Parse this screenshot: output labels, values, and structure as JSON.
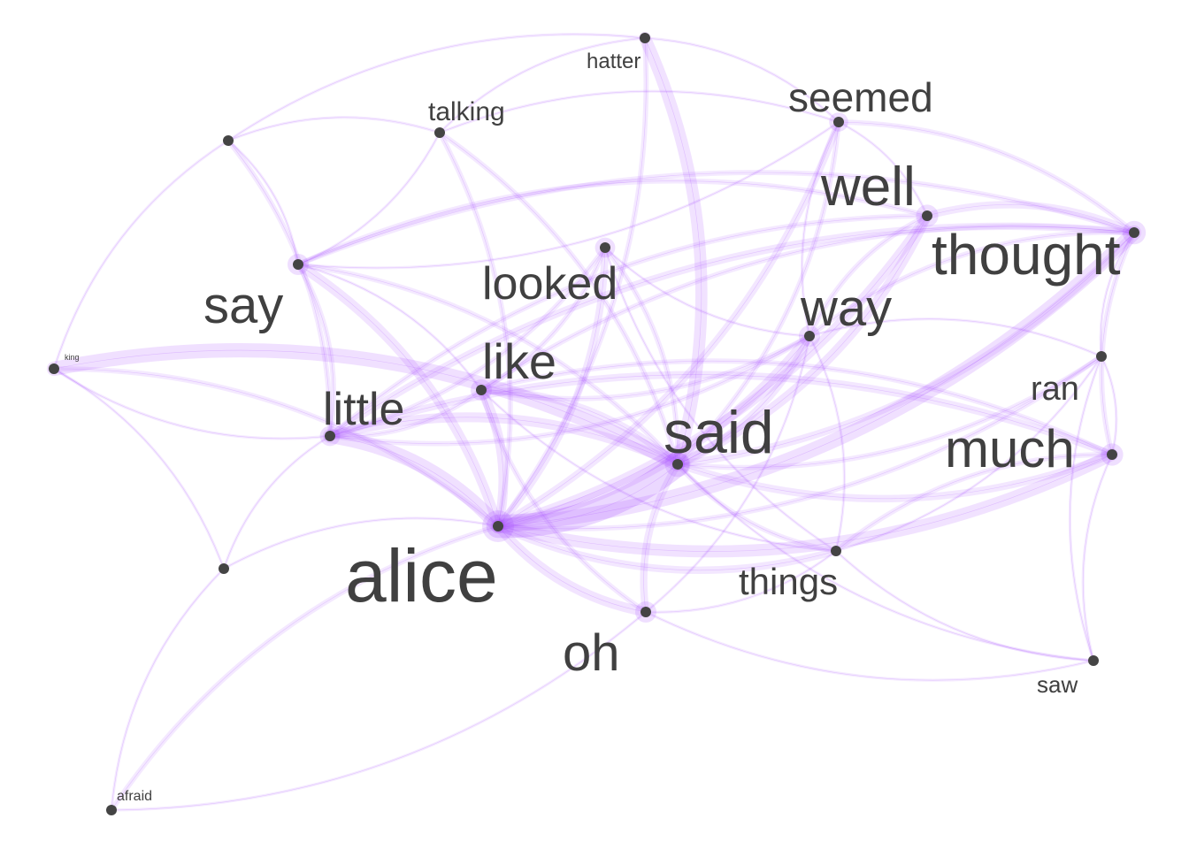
{
  "diagram": {
    "type": "word co-occurrence network",
    "colors": {
      "edge": "#a64dff",
      "node": "#444444",
      "label": "#404040",
      "background": "#ffffff"
    },
    "nodes": [
      {
        "id": "alice",
        "label": "alice",
        "weight": 10
      },
      {
        "id": "said",
        "label": "said",
        "weight": 7
      },
      {
        "id": "thought",
        "label": "thought",
        "weight": 6
      },
      {
        "id": "well",
        "label": "well",
        "weight": 5.5
      },
      {
        "id": "way",
        "label": "way",
        "weight": 5
      },
      {
        "id": "much",
        "label": "much",
        "weight": 5.5
      },
      {
        "id": "say",
        "label": "say",
        "weight": 5
      },
      {
        "id": "looked",
        "label": "looked",
        "weight": 4.5
      },
      {
        "id": "like",
        "label": "like",
        "weight": 5
      },
      {
        "id": "little",
        "label": "little",
        "weight": 4.5
      },
      {
        "id": "oh",
        "label": "oh",
        "weight": 5
      },
      {
        "id": "seemed",
        "label": "seemed",
        "weight": 4
      },
      {
        "id": "things",
        "label": "things",
        "weight": 3.5
      },
      {
        "id": "ran",
        "label": "ran",
        "weight": 3
      },
      {
        "id": "talking",
        "label": "talking",
        "weight": 2.5
      },
      {
        "id": "hatter",
        "label": "hatter",
        "weight": 2
      },
      {
        "id": "saw",
        "label": "saw",
        "weight": 2
      },
      {
        "id": "afraid",
        "label": "afraid",
        "weight": 1.2
      },
      {
        "id": "king",
        "label": "king",
        "weight": 0.5
      },
      {
        "id": "u1",
        "label": "",
        "weight": 0.5
      },
      {
        "id": "u2",
        "label": "",
        "weight": 0.5
      }
    ],
    "edges": [
      [
        "alice",
        "said",
        10
      ],
      [
        "alice",
        "little",
        6
      ],
      [
        "alice",
        "thought",
        6
      ],
      [
        "alice",
        "much",
        5
      ],
      [
        "alice",
        "oh",
        4
      ],
      [
        "alice",
        "like",
        4
      ],
      [
        "alice",
        "say",
        4
      ],
      [
        "alice",
        "way",
        4
      ],
      [
        "alice",
        "well",
        4
      ],
      [
        "alice",
        "things",
        3
      ],
      [
        "alice",
        "looked",
        3
      ],
      [
        "alice",
        "seemed",
        3
      ],
      [
        "alice",
        "afraid",
        2
      ],
      [
        "alice",
        "talking",
        2
      ],
      [
        "alice",
        "king",
        2
      ],
      [
        "alice",
        "hatter",
        2
      ],
      [
        "alice",
        "u2",
        1
      ],
      [
        "alice",
        "ran",
        2
      ],
      [
        "said",
        "hatter",
        5
      ],
      [
        "said",
        "king",
        6
      ],
      [
        "said",
        "well",
        4
      ],
      [
        "said",
        "thought",
        3
      ],
      [
        "said",
        "little",
        4
      ],
      [
        "said",
        "like",
        3
      ],
      [
        "said",
        "way",
        3
      ],
      [
        "said",
        "oh",
        3
      ],
      [
        "said",
        "things",
        2
      ],
      [
        "said",
        "seemed",
        2
      ],
      [
        "said",
        "much",
        3
      ],
      [
        "said",
        "say",
        2
      ],
      [
        "said",
        "looked",
        2
      ],
      [
        "said",
        "talking",
        2
      ],
      [
        "said",
        "ran",
        2
      ],
      [
        "said",
        "saw",
        1
      ],
      [
        "thought",
        "well",
        3
      ],
      [
        "thought",
        "little",
        3
      ],
      [
        "thought",
        "say",
        2
      ],
      [
        "thought",
        "like",
        2
      ],
      [
        "thought",
        "seemed",
        2
      ],
      [
        "thought",
        "much",
        2
      ],
      [
        "thought",
        "way",
        2
      ],
      [
        "thought",
        "ran",
        1
      ],
      [
        "well",
        "little",
        2
      ],
      [
        "well",
        "say",
        2
      ],
      [
        "well",
        "way",
        2
      ],
      [
        "well",
        "seemed",
        1
      ],
      [
        "much",
        "little",
        3
      ],
      [
        "much",
        "like",
        2
      ],
      [
        "much",
        "things",
        2
      ],
      [
        "much",
        "ran",
        1
      ],
      [
        "much",
        "saw",
        1
      ],
      [
        "little",
        "say",
        2
      ],
      [
        "little",
        "like",
        2
      ],
      [
        "little",
        "looked",
        2
      ],
      [
        "little",
        "way",
        2
      ],
      [
        "little",
        "u1",
        2
      ],
      [
        "little",
        "u2",
        1
      ],
      [
        "like",
        "looked",
        2
      ],
      [
        "like",
        "say",
        1
      ],
      [
        "like",
        "oh",
        2
      ],
      [
        "like",
        "way",
        2
      ],
      [
        "like",
        "things",
        1
      ],
      [
        "say",
        "talking",
        1
      ],
      [
        "say",
        "u1",
        1
      ],
      [
        "say",
        "seemed",
        1
      ],
      [
        "looked",
        "things",
        1
      ],
      [
        "looked",
        "way",
        1
      ],
      [
        "oh",
        "things",
        1
      ],
      [
        "oh",
        "saw",
        1
      ],
      [
        "oh",
        "way",
        1
      ],
      [
        "seemed",
        "way",
        1
      ],
      [
        "seemed",
        "talking",
        1
      ],
      [
        "seemed",
        "hatter",
        1
      ],
      [
        "things",
        "way",
        1
      ],
      [
        "things",
        "ran",
        1
      ],
      [
        "things",
        "saw",
        1
      ],
      [
        "ran",
        "way",
        1
      ],
      [
        "ran",
        "saw",
        1
      ],
      [
        "hatter",
        "u1",
        1
      ],
      [
        "hatter",
        "talking",
        1
      ],
      [
        "talking",
        "u1",
        1
      ],
      [
        "u1",
        "king",
        1
      ],
      [
        "u2",
        "afraid",
        1
      ],
      [
        "u2",
        "king",
        1
      ],
      [
        "afraid",
        "oh",
        1
      ],
      [
        "king",
        "little",
        1
      ]
    ]
  }
}
